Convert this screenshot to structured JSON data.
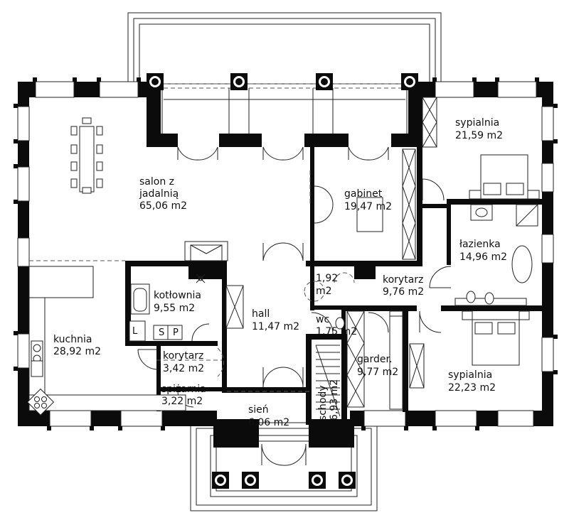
{
  "rooms": {
    "salon": {
      "name_line1": "salon z",
      "name_line2": "jadalnią",
      "area": "65,06 m2"
    },
    "gabinet": {
      "name": "gabinet",
      "area": "19,47 m2"
    },
    "sypialnia_top": {
      "name": "sypialnia",
      "area": "21,59 m2"
    },
    "lazienka": {
      "name": "łazienka",
      "area": "14,96 m2"
    },
    "korytarz_right": {
      "name": "korytarz",
      "area": "9,76 m2"
    },
    "kotlownia": {
      "name": "kotłownia",
      "area": "9,55 m2"
    },
    "hall": {
      "name": "hall",
      "area": "11,47 m2"
    },
    "small_room": {
      "name": "1,92",
      "area": "m2"
    },
    "wc": {
      "name": "wc",
      "area": "1,75 m2"
    },
    "kuchnia": {
      "name": "kuchnia",
      "area": "28,92 m2"
    },
    "korytarz_left": {
      "name": "korytarz",
      "area": "3,42 m2"
    },
    "garder": {
      "name": "garder.",
      "area": "9,77 m2"
    },
    "sypialnia_bottom": {
      "name": "sypialnia",
      "area": "22,23 m2"
    },
    "spizarnia": {
      "name": "spiżarnia",
      "area": "3,22 m2"
    },
    "sien": {
      "name": "sień",
      "area": "6,06 m2"
    },
    "schody": {
      "name": "schody",
      "area": "6,93 m2"
    }
  },
  "fixtures": {
    "stove_letters": [
      "L",
      "S",
      "P"
    ]
  }
}
